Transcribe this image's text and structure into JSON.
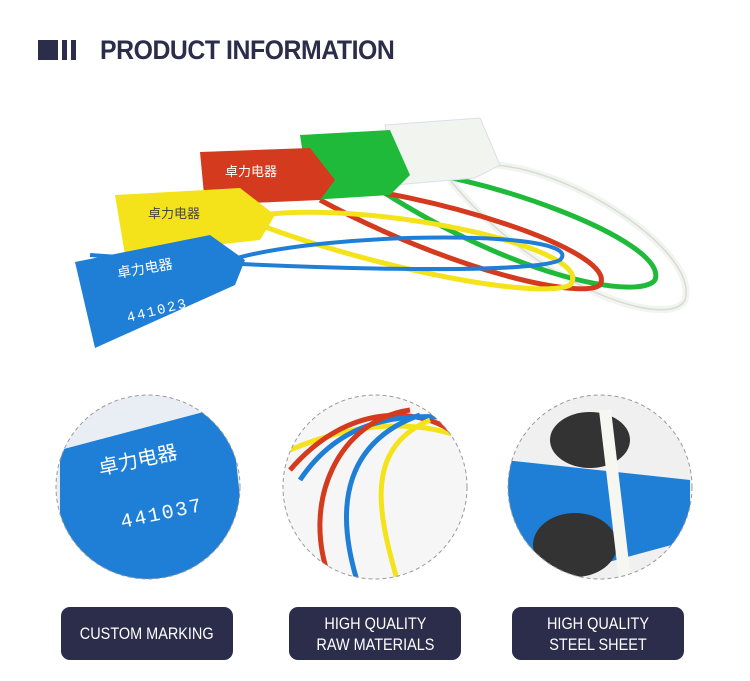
{
  "header": {
    "title": "PRODUCT INFORMATION"
  },
  "product": {
    "blue_tag": {
      "brand": "卓力电器",
      "number": "441023"
    },
    "red_tag": {
      "brand": "卓力电器"
    },
    "yellow_tag": {
      "brand": "卓力电器"
    }
  },
  "details": [
    {
      "label": "CUSTOM  MARKING",
      "tag_brand": "卓力电器",
      "tag_number": "441037"
    },
    {
      "label_line1": "HIGH QUALITY",
      "label_line2": "RAW MATERIALS"
    },
    {
      "label_line1": "HIGH QUALITY",
      "label_line2": "STEEL SHEET"
    }
  ],
  "colors": {
    "navy": "#2b2d4b",
    "blue": "#1f7fd6",
    "red": "#d43a1e",
    "yellow": "#f4e31a",
    "green": "#1fba3a",
    "white": "#f2f4ef"
  }
}
